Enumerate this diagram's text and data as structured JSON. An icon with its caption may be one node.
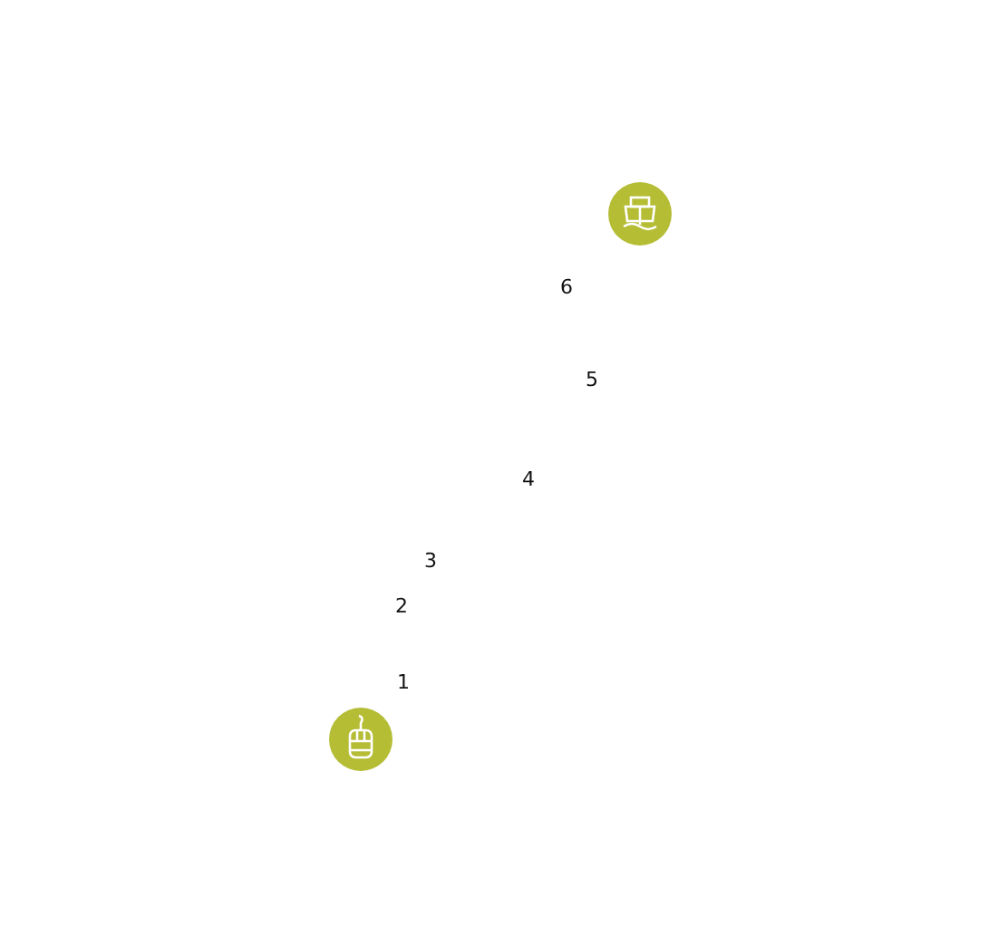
{
  "diagram": {
    "labels": [
      "6",
      "5",
      "4",
      "3",
      "2",
      "1"
    ]
  }
}
